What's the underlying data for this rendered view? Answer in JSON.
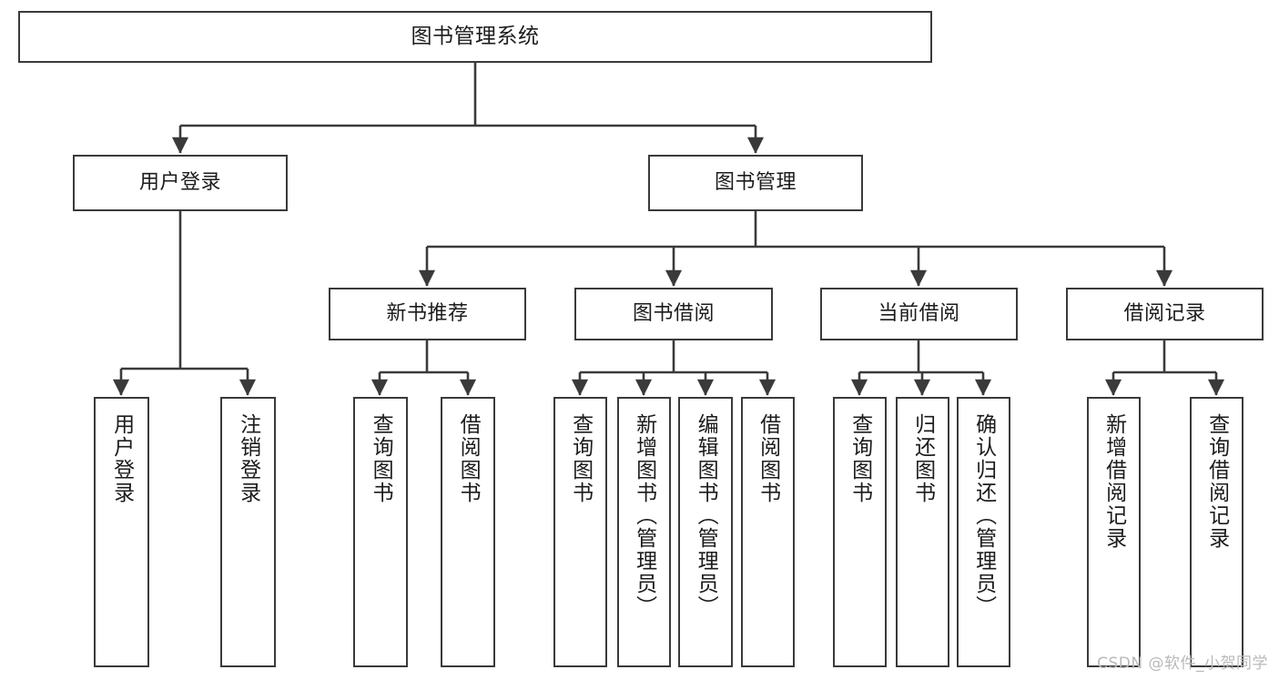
{
  "diagram": {
    "title": "图书管理系统",
    "watermark": "CSDN @软件_小贺同学",
    "line_color": "#3a3a3a",
    "box_fill": "#ffffff",
    "text_color": "#1c1c1c",
    "levels": {
      "root": {
        "label": "图书管理系统"
      },
      "level2": [
        {
          "label": "用户登录"
        },
        {
          "label": "图书管理"
        }
      ],
      "level3": [
        {
          "label": "新书推荐"
        },
        {
          "label": "图书借阅"
        },
        {
          "label": "当前借阅"
        },
        {
          "label": "借阅记录"
        }
      ],
      "leaves": {
        "user_login": [
          {
            "label": "用户登录"
          },
          {
            "label": "注销登录"
          }
        ],
        "new_book_recommend": [
          {
            "label": "查询图书"
          },
          {
            "label": "借阅图书"
          }
        ],
        "book_borrow": [
          {
            "label": "查询图书"
          },
          {
            "label": "新增图书（管理员）"
          },
          {
            "label": "编辑图书（管理员）"
          },
          {
            "label": "借阅图书"
          }
        ],
        "current_borrow": [
          {
            "label": "查询图书"
          },
          {
            "label": "归还图书"
          },
          {
            "label": "确认归还（管理员）"
          }
        ],
        "borrow_record": [
          {
            "label": "新增借阅记录"
          },
          {
            "label": "查询借阅记录"
          }
        ]
      }
    }
  }
}
